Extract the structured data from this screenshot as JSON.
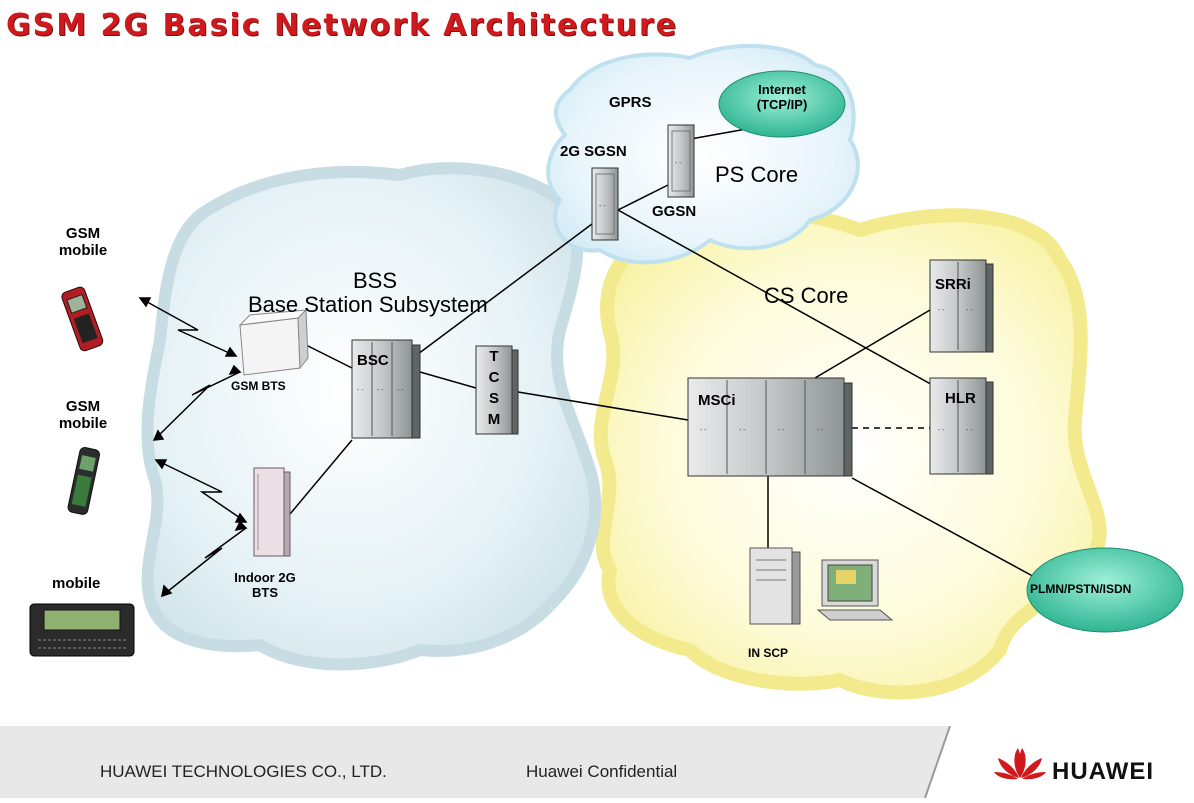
{
  "title": "GSM 2G Basic Network Architecture",
  "labels": {
    "gprs": "GPRS",
    "internet": "Internet",
    "internet_sub": "(TCP/IP)",
    "sgsn": "2G SGSN",
    "ggsn": "GGSN",
    "ps_core": "PS Core",
    "cs_core": "CS Core",
    "bss": "BSS",
    "bss_full": "Base Station Subsystem",
    "bsc": "BSC",
    "tcsm": [
      "T",
      "C",
      "S",
      "M"
    ],
    "msci": "MSCi",
    "hlr": "HLR",
    "srri": "SRRi",
    "gsm_bts": "GSM BTS",
    "indoor_bts_1": "Indoor 2G",
    "indoor_bts_2": "BTS",
    "gsm_mobile_1a": "GSM",
    "gsm_mobile_1b": "mobile",
    "gsm_mobile_2a": "GSM",
    "gsm_mobile_2b": "mobile",
    "mobile": "mobile",
    "in_scp": "IN SCP",
    "plmn": "PLMN/PSTN/ISDN"
  },
  "footer": {
    "company": "HUAWEI TECHNOLOGIES CO., LTD.",
    "confidential": "Huawei Confidential",
    "logo": "HUAWEI"
  },
  "colors": {
    "title": "#d0191c",
    "ps_cloud": "#dff0f8",
    "cs_cloud": "#fbf7b8",
    "bss_cloud": "#d6e9ee",
    "ellipse": "#3cc7a3",
    "equipment": "#b8bcbc"
  }
}
